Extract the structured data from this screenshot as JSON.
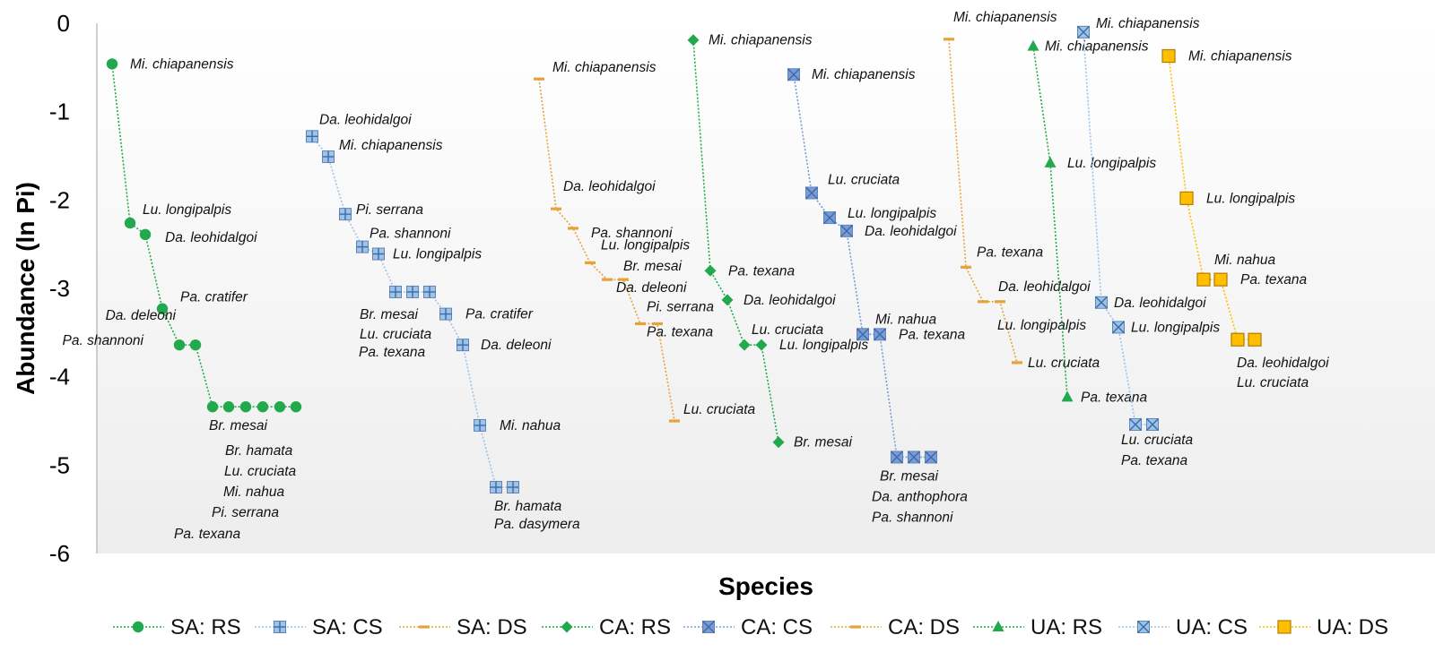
{
  "chart_data": {
    "type": "line",
    "title": "",
    "xlabel": "Species",
    "ylabel": "Abundance (ln Pi)",
    "ylim": [
      -6,
      0
    ],
    "yticks": [
      "0",
      "-1",
      "-2",
      "-3",
      "-4",
      "-5",
      "-6"
    ],
    "grid": false,
    "legend_position": "bottom",
    "series": [
      {
        "name": "SA: RS",
        "color": "#22a94e",
        "marker": "circle",
        "values": [
          -0.46,
          -2.26,
          -2.39,
          -3.23,
          -3.64,
          -3.64,
          -4.34,
          -4.34,
          -4.34,
          -4.34,
          -4.34,
          -4.34
        ],
        "labels": [
          "Mi. chiapanensis",
          "Lu. longipalpis",
          "Da. leohidalgoi",
          "Pa. cratifer",
          "Da. deleoni",
          "Pa. shannoni",
          "Br. mesai",
          "Br. hamata",
          "Lu. cruciata",
          "Mi. nahua",
          "Pi. serrana",
          "Pa. texana"
        ]
      },
      {
        "name": "SA: CS",
        "color": "#9dc3e6",
        "marker": "square-plus",
        "values": [
          -1.28,
          -1.51,
          -2.16,
          -2.53,
          -2.61,
          -3.04,
          -3.04,
          -3.04,
          -3.29,
          -3.64,
          -4.55,
          -5.25,
          -5.25
        ],
        "labels": [
          "Da. leohidalgoi",
          "Mi. chiapanensis",
          "Pi. serrana",
          "Pa. shannoni",
          "Lu. longipalpis",
          "Br. mesai",
          "Lu. cruciata",
          "Pa. texana",
          "Pa. cratifer",
          "Da. deleoni",
          "Mi. nahua",
          "Br. hamata",
          "Pa. dasymera"
        ]
      },
      {
        "name": "SA: DS",
        "color": "#e6a33c",
        "marker": "dash",
        "values": [
          -0.63,
          -2.1,
          -2.32,
          -2.71,
          -2.9,
          -2.9,
          -3.4,
          -3.4,
          -4.5
        ],
        "labels": [
          "Mi. chiapanensis",
          "Da. leohidalgoi",
          "Pa. shannoni",
          "Lu. longipalpis",
          "Br. mesai",
          "Da. deleoni",
          "Pi. serrana",
          "Pa. texana",
          "Lu. cruciata"
        ]
      },
      {
        "name": "CA: RS",
        "color": "#22a94e",
        "marker": "diamond",
        "values": [
          -0.19,
          -2.8,
          -3.13,
          -3.64,
          -3.64,
          -4.74
        ],
        "labels": [
          "Mi. chiapanensis",
          "Pa. texana",
          "Da. leohidalgoi",
          "Lu. cruciata",
          "Lu. longipalpis",
          "Br. mesai"
        ]
      },
      {
        "name": "CA: CS",
        "color": "#7a9bd6",
        "marker": "square-x",
        "values": [
          -0.58,
          -1.92,
          -2.2,
          -2.35,
          -3.52,
          -3.52,
          -4.91,
          -4.91,
          -4.91
        ],
        "labels": [
          "Mi. chiapanensis",
          "Lu. cruciata",
          "Lu. longipalpis",
          "Da. leohidalgoi",
          "Mi. nahua",
          "Pa. texana",
          "Br. mesai",
          "Da. anthophora",
          "Pa. shannoni"
        ]
      },
      {
        "name": "CA: DS",
        "color": "#e6a33c",
        "marker": "dash",
        "values": [
          -0.18,
          -2.76,
          -3.15,
          -3.15,
          -3.84
        ],
        "labels": [
          "Mi. chiapanensis",
          "Pa. texana",
          "Da. leohidalgoi",
          "Lu. longipalpis",
          "Lu. cruciata"
        ]
      },
      {
        "name": "UA: RS",
        "color": "#22a94e",
        "marker": "triangle",
        "values": [
          -0.26,
          -1.58,
          -4.23
        ],
        "labels": [
          "Mi. chiapanensis",
          "Lu. longipalpis",
          "Pa. texana"
        ]
      },
      {
        "name": "UA: CS",
        "color": "#9dc3e6",
        "marker": "square-x",
        "values": [
          -0.1,
          -3.16,
          -3.44,
          -4.54,
          -4.54
        ],
        "labels": [
          "Mi. chiapanensis",
          "Da. leohidalgoi",
          "Lu. longipalpis",
          "Lu. cruciata",
          "Pa. texana"
        ]
      },
      {
        "name": "UA: DS",
        "color": "#ffbf00",
        "marker": "square",
        "values": [
          -0.37,
          -1.98,
          -2.9,
          -2.9,
          -3.58,
          -3.58
        ],
        "labels": [
          "Mi. chiapanensis",
          "Lu. longipalpis",
          "Mi. nahua",
          "Pa. texana",
          "Da. leohidalgoi",
          "Lu. cruciata"
        ]
      }
    ]
  }
}
